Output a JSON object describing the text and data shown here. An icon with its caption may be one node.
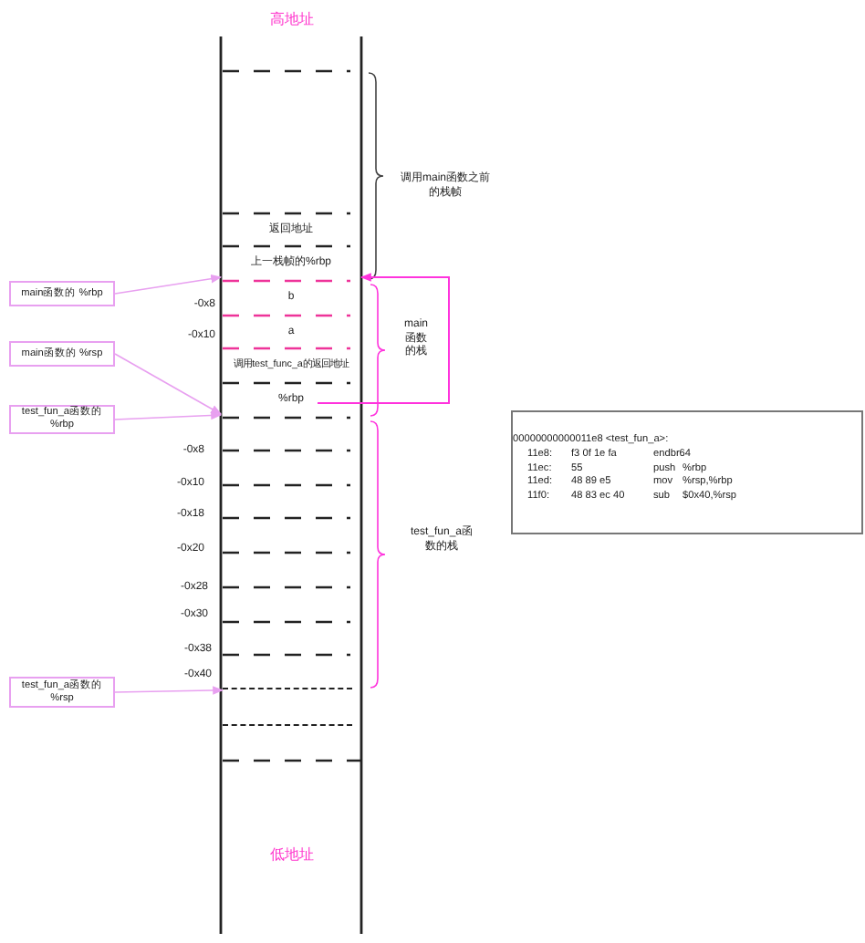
{
  "diagram": {
    "nodes": [
      {
        "text": [
          "返回地址"
        ]
      },
      {
        "text": [
          "上一栈帧的%rbp"
        ]
      },
      {
        "text": [
          "b"
        ]
      },
      {
        "text": [
          "a"
        ]
      },
      {
        "text": [
          "调用test_func_a的返回地址"
        ]
      },
      {
        "text": [
          "%rbp"
        ]
      },
      {
        "text": [
          "main函数的 %rbp"
        ]
      },
      {
        "text": [
          "main函数的 %rsp"
        ]
      },
      {
        "text": [
          "test_fun_a函数的 %rbp"
        ]
      },
      {
        "text": [
          "test_fun_a函数的 %rsp"
        ]
      },
      {
        "text": [],
        "shape": "box"
      },
      {
        "text": [
          "00000000000011e8 <test_fun_a>:",
          "11e8:",
          "f3 0f 1e fa",
          "endbr64",
          "11ec:",
          "55",
          "push",
          "%rbp",
          "11ed:",
          "48 89 e5",
          "mov",
          "%rsp,%rbp",
          "11f0:",
          "48 83 ec 40",
          "sub",
          "$0x40,%rsp"
        ]
      }
    ],
    "edges": [
      {
        "from": 6,
        "to": 1,
        "arrow": "to"
      },
      {
        "from": 7,
        "to": 5,
        "arrow": "to"
      },
      {
        "from": 8,
        "to": 5,
        "arrow": "to"
      },
      {
        "from": 9,
        "to": 10,
        "arrow": "to"
      },
      {
        "from": 5,
        "to": 1,
        "arrow": "to",
        "color": "#ff33dd"
      }
    ],
    "labels": [
      "高地址",
      "调用main函数之前的栈帧",
      "-0x8",
      "main函数的栈",
      "-0x10",
      "-0x8",
      "-0x10",
      "test_fun_a函数的栈",
      "-0x18",
      "-0x20",
      "-0x28",
      "-0x30",
      "-0x38",
      "-0x40",
      "低地址"
    ]
  }
}
